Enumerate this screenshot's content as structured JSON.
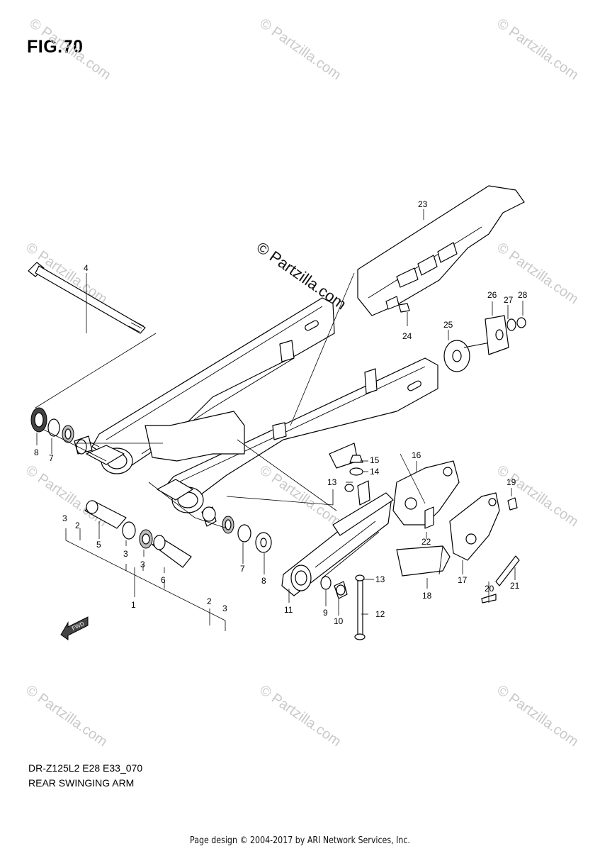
{
  "figure": {
    "title": "FIG.70",
    "model_code": "DR-Z125L2 E28 E33_070",
    "section_name": "REAR SWINGING ARM"
  },
  "watermark": {
    "text": "© Partzilla.com",
    "center_text": "© Partzilla.com"
  },
  "footer": "Page design © 2004-2017 by ARI Network Services, Inc.",
  "fwd_label": "FWD",
  "callouts": [
    {
      "id": "c1",
      "label": "1"
    },
    {
      "id": "c2a",
      "label": "2"
    },
    {
      "id": "c2b",
      "label": "2"
    },
    {
      "id": "c3a",
      "label": "3"
    },
    {
      "id": "c3b",
      "label": "3"
    },
    {
      "id": "c3c",
      "label": "3"
    },
    {
      "id": "c3d",
      "label": "3"
    },
    {
      "id": "c4",
      "label": "4"
    },
    {
      "id": "c5",
      "label": "5"
    },
    {
      "id": "c6",
      "label": "6"
    },
    {
      "id": "c7a",
      "label": "7"
    },
    {
      "id": "c7b",
      "label": "7"
    },
    {
      "id": "c8a",
      "label": "8"
    },
    {
      "id": "c8b",
      "label": "8"
    },
    {
      "id": "c9",
      "label": "9"
    },
    {
      "id": "c10",
      "label": "10"
    },
    {
      "id": "c11",
      "label": "11"
    },
    {
      "id": "c12",
      "label": "12"
    },
    {
      "id": "c13a",
      "label": "13"
    },
    {
      "id": "c13b",
      "label": "13"
    },
    {
      "id": "c14",
      "label": "14"
    },
    {
      "id": "c15",
      "label": "15"
    },
    {
      "id": "c16",
      "label": "16"
    },
    {
      "id": "c17",
      "label": "17"
    },
    {
      "id": "c18",
      "label": "18"
    },
    {
      "id": "c19",
      "label": "19"
    },
    {
      "id": "c20",
      "label": "20"
    },
    {
      "id": "c21",
      "label": "21"
    },
    {
      "id": "c22",
      "label": "22"
    },
    {
      "id": "c23",
      "label": "23"
    },
    {
      "id": "c24",
      "label": "24"
    },
    {
      "id": "c25",
      "label": "25"
    },
    {
      "id": "c26",
      "label": "26"
    },
    {
      "id": "c27",
      "label": "27"
    },
    {
      "id": "c28",
      "label": "28"
    }
  ]
}
